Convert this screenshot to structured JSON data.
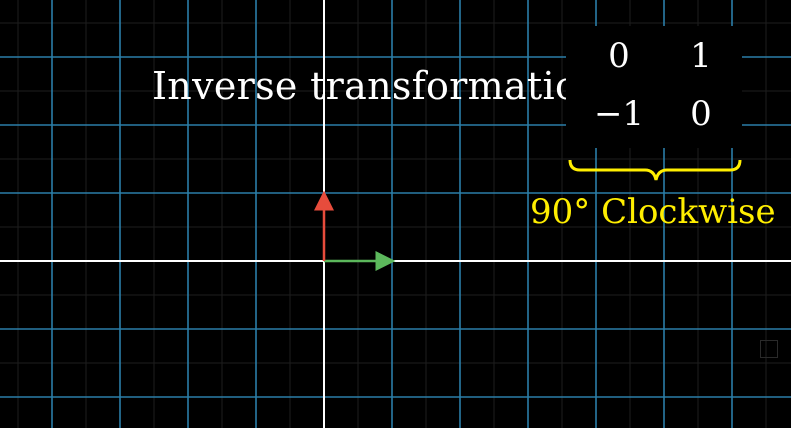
{
  "title": "Inverse transformation:",
  "matrix": {
    "rows": [
      [
        "0",
        "1"
      ],
      [
        "−1",
        "0"
      ]
    ]
  },
  "brace_caption": "90° Clockwise",
  "colors": {
    "background": "#000000",
    "grid_major": "#2b7ea8",
    "grid_minor": "#1e1e1e",
    "axes": "#ffffff",
    "vector_i": "#5cb85c",
    "vector_j": "#e74c3c",
    "bracket": "#ffee00",
    "caption": "#ffee00"
  },
  "icons": {
    "corner": "tv-icon"
  }
}
